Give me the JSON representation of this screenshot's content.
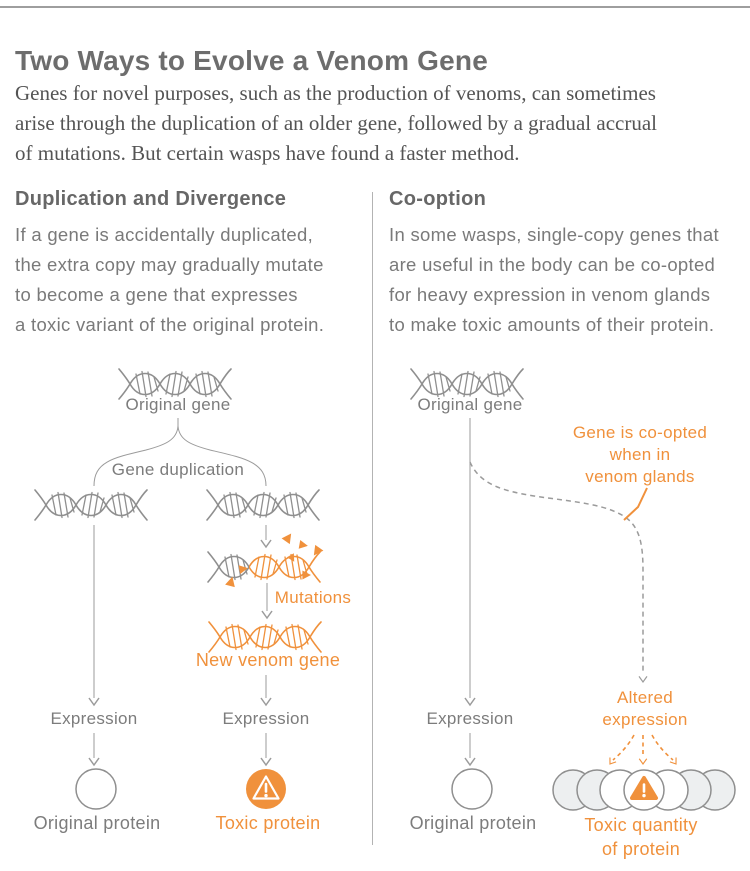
{
  "header": {
    "title": "Two Ways to Evolve a Venom Gene"
  },
  "intro": {
    "lines": [
      "Genes for novel purposes, such as the production of venoms, can sometimes",
      "arise through the duplication of an older gene, followed by a gradual accrual",
      "of mutations. But certain wasps have found a faster method."
    ]
  },
  "columns": {
    "left": {
      "heading": "Duplication and Divergence",
      "body_lines": [
        "If a gene is accidentally duplicated,",
        "the extra copy may gradually mutate",
        "to become a gene that expresses",
        "a toxic variant of the original protein."
      ],
      "labels": {
        "original_gene": "Original gene",
        "gene_duplication": "Gene duplication",
        "mutations": "Mutations",
        "new_venom_gene": "New venom gene",
        "expression_original": "Expression",
        "expression_duplicate": "Expression",
        "original_protein": "Original protein",
        "toxic_protein": "Toxic protein"
      }
    },
    "right": {
      "heading": "Co-option",
      "body_lines": [
        "In some wasps, single-copy genes that",
        "are useful in the body can be co-opted",
        "for heavy expression in venom glands",
        "to make toxic amounts of their protein."
      ],
      "labels": {
        "original_gene": "Original gene",
        "co_opted_note": [
          "Gene is co-opted",
          "when in",
          "venom glands"
        ],
        "expression": "Expression",
        "altered_expression": [
          "Altered",
          "expression"
        ],
        "original_protein": "Original protein",
        "toxic_quantity": [
          "Toxic quantity",
          "of protein"
        ]
      }
    }
  },
  "icons": {
    "dna_helix": "dna-helix-icon",
    "warning_triangle": "warning-triangle-icon",
    "mutation_triangle": "mutation-triangle-icon"
  },
  "colors": {
    "accent_orange": "#f0913c",
    "text_gray": "#7a7a7a",
    "line_gray": "#9b9b9b",
    "protein_fill": "#edeff0"
  }
}
